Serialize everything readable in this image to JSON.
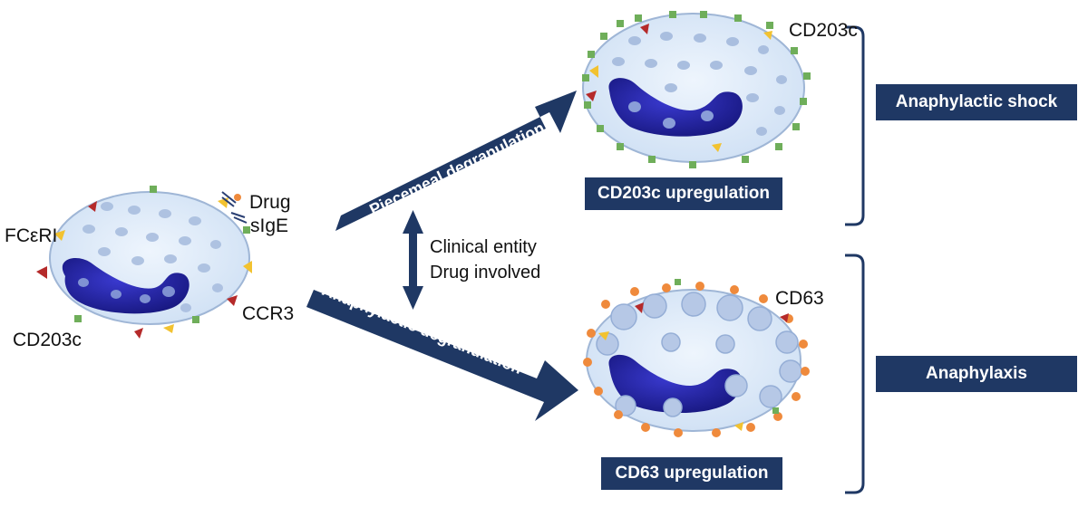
{
  "labels": {
    "drug": "Drug",
    "sige": "sIgE",
    "fceri": "FCεRI",
    "cd203c_left": "CD203c",
    "ccr3": "CCR3",
    "cd203c_top": "CD203c",
    "cd63": "CD63",
    "clinical_entity": "Clinical entity",
    "drug_involved": "Drug involved"
  },
  "arrows": {
    "piecemeal": "Piecemeal degranulation",
    "anaphylactic": "Anaphylactic degranulation"
  },
  "boxes": {
    "cd203c_upregulation": "CD203c upregulation",
    "cd63_upregulation": "CD63 upregulation",
    "anaphylactic_shock": "Anaphylactic shock",
    "anaphylaxis": "Anaphylaxis"
  },
  "colors": {
    "navy": "#1f3864",
    "cell_fill": "#dce9f7",
    "nucleus": "#2a2aa8",
    "granule": "#a9bedf",
    "receptor_red": "#b52a2a",
    "receptor_yellow": "#f2c230",
    "receptor_green": "#6fae5a",
    "cd63_orange": "#ef8a3c"
  }
}
